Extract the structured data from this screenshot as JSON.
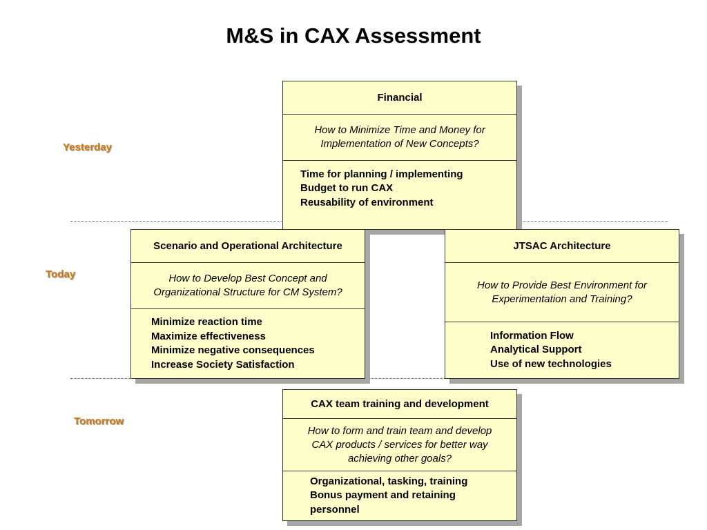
{
  "title": "M&S in CAX Assessment",
  "eras": {
    "yesterday": "Yesterday",
    "today": "Today",
    "tomorrow": "Tomorrow"
  },
  "boxes": {
    "financial": {
      "header": "Financial",
      "question": [
        "How to Minimize Time and Money for",
        "Implementation of New Concepts?"
      ],
      "items": [
        "Time for planning / implementing",
        "Budget to run CAX",
        "Reusability of environment"
      ]
    },
    "scenario": {
      "header": "Scenario and Operational Architecture",
      "question": [
        "How to Develop Best Concept and",
        "Organizational Structure for CM System?"
      ],
      "items": [
        "Minimize reaction time",
        "Maximize effectiveness",
        "Minimize negative consequences",
        "Increase Society Satisfaction"
      ]
    },
    "jtsac": {
      "header": "JTSAC Architecture",
      "question": [
        "How to Provide Best Environment for",
        "Experimentation and Training?"
      ],
      "items": [
        "Information Flow",
        "Analytical Support",
        "Use of new technologies"
      ]
    },
    "cax_team": {
      "header": "CAX team training and development",
      "question": [
        "How to form and train team and develop",
        "CAX products / services for better way",
        "achieving other goals?"
      ],
      "items": [
        "Organizational, tasking, training",
        "Bonus payment and retaining",
        "personnel"
      ]
    }
  },
  "colors": {
    "box_fill": "#ffffcc",
    "era_label": "#cc7a14",
    "shadow": "#a6a6a6"
  }
}
